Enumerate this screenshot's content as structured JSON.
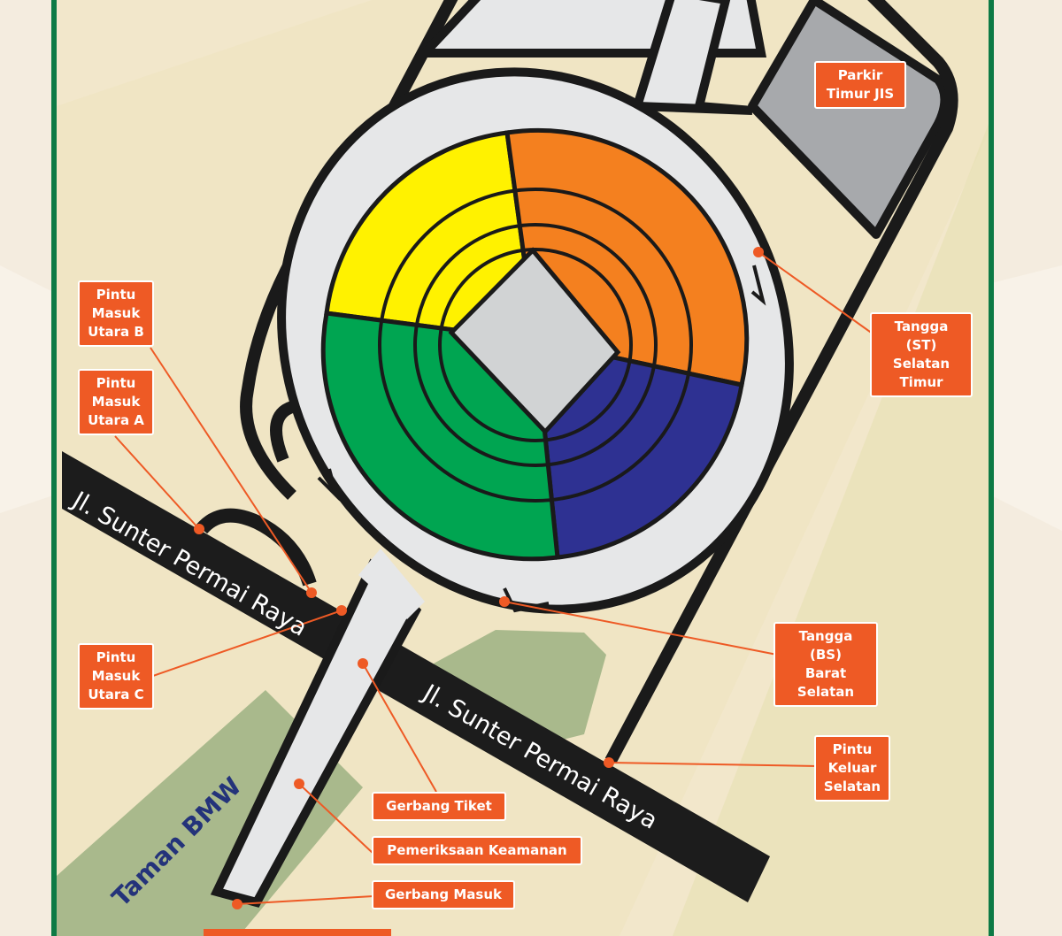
{
  "map": {
    "parking_label": "Parkir\nTimur JIS",
    "labels": {
      "gate_north_b": "Pintu\nMasuk\nUtara B",
      "gate_north_a": "Pintu\nMasuk\nUtara A",
      "gate_north_c": "Pintu\nMasuk\nUtara C",
      "stairs_southeast": "Tangga (ST)\nSelatan\nTimur",
      "stairs_southwest": "Tangga (BS)\nBarat\nSelatan",
      "exit_south": "Pintu\nKeluar\nSelatan",
      "ticket_gate": "Gerbang Tiket",
      "security_check": "Pemeriksaan Keamanan",
      "entrance_gate": "Gerbang Masuk"
    },
    "street_name_1": "Jl. Sunter Permai Raya",
    "street_name_2": "Jl. Sunter Permai Raya",
    "park_name": "Taman BMW",
    "sector_colors": {
      "north": "#fff200",
      "east": "#f4801f",
      "south": "#2e3192",
      "west": "#00a551"
    },
    "accent_color": "#ee5a25",
    "border_color": "#0d7a45"
  }
}
